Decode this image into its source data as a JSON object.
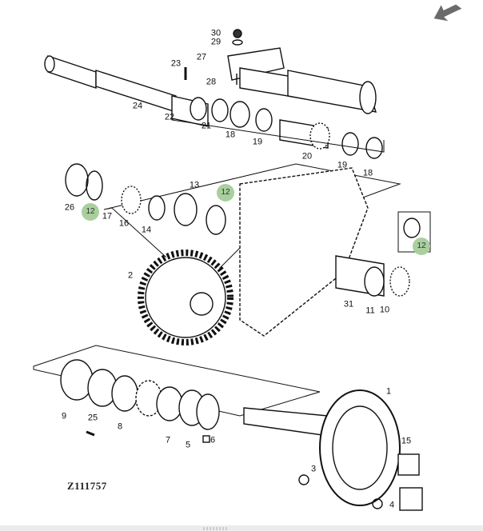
{
  "figure_id": "Z111757",
  "callouts": {
    "c30": "30",
    "c29": "29",
    "c27": "27",
    "c23": "23",
    "c28": "28",
    "c24": "24",
    "c22": "22",
    "c21": "21",
    "c18a": "18",
    "c19a": "19",
    "c20": "20",
    "c19b": "19",
    "c18b": "18",
    "c26": "26",
    "c12a": "12",
    "c17": "17",
    "c16": "16",
    "c14": "14",
    "c13": "13",
    "c12b": "12",
    "c12c": "12",
    "c2": "2",
    "c31": "31",
    "c11": "11",
    "c10": "10",
    "c1": "1",
    "c9": "9",
    "c25": "25",
    "c8": "8",
    "c7": "7",
    "c5": "5",
    "c6": "6",
    "c15": "15",
    "c3": "3",
    "c4": "4"
  },
  "colors": {
    "highlight": "#a9cf9f",
    "arrow": "#6b6b6b",
    "bar": "#ececec"
  },
  "icons": {
    "back": "back-arrow-icon"
  }
}
